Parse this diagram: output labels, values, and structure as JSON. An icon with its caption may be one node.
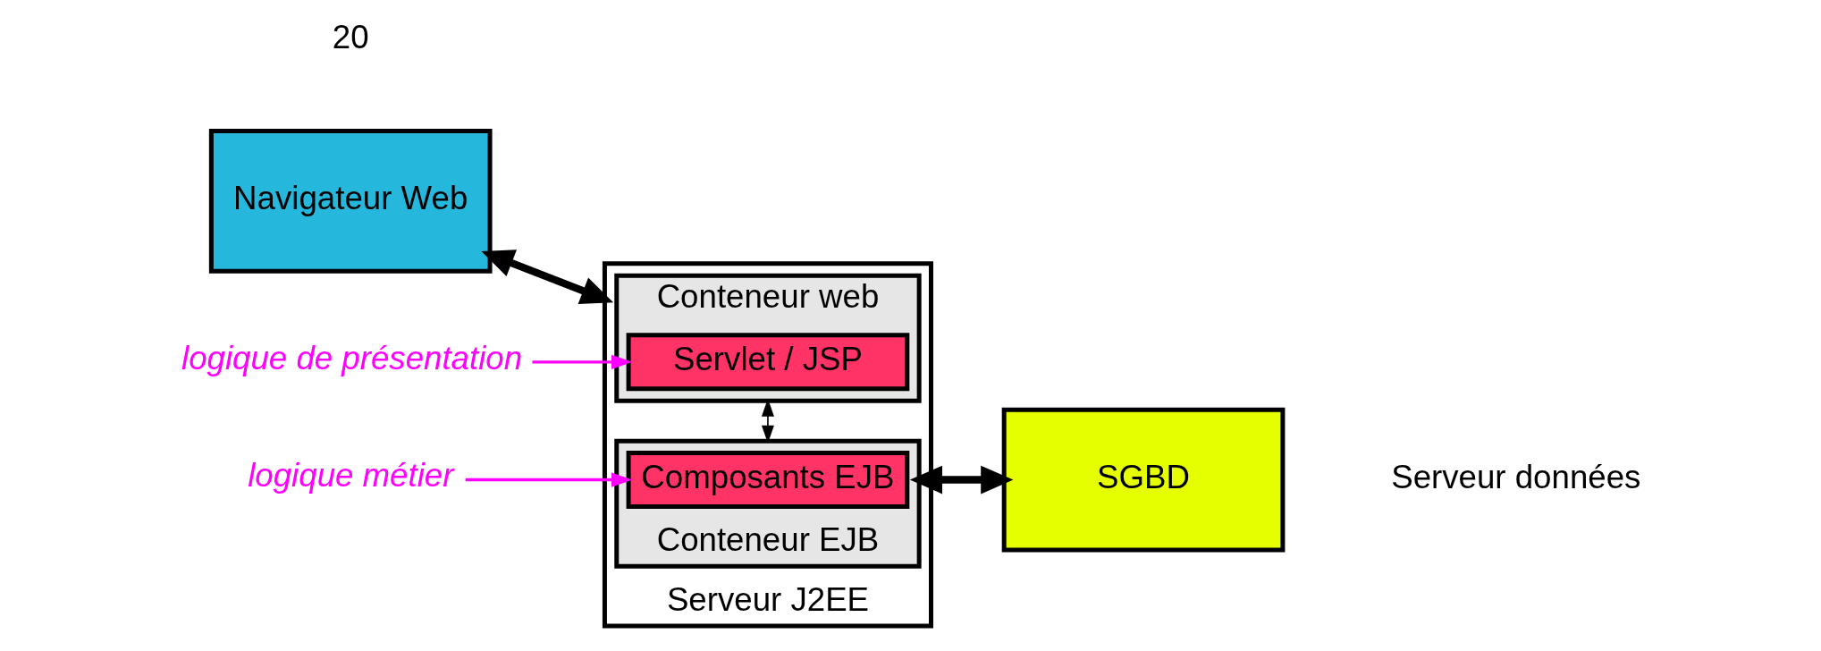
{
  "diagram": {
    "nodes": [
      {
        "text": [
          "Navigateur Web"
        ]
      },
      {
        "text": [
          "Serveur J2EE"
        ]
      },
      {
        "text": [
          "Conteneur web"
        ],
        "in": 1
      },
      {
        "text": [
          "Servlet / JSP"
        ],
        "in": 2
      },
      {
        "text": [
          "Conteneur EJB"
        ],
        "in": 1
      },
      {
        "text": [
          "Composants EJB"
        ],
        "in": 4
      },
      {
        "text": [
          "SGBD"
        ],
        "beside": [
          "Serveur données"
        ]
      },
      {
        "text": [
          "logique de présentation"
        ]
      },
      {
        "text": [
          "logique métier"
        ]
      }
    ],
    "edges": [
      {
        "from": 0,
        "to": 1,
        "arrow": "both",
        "style": "thick"
      },
      {
        "from": 2,
        "to": 4,
        "arrow": "both"
      },
      {
        "from": 4,
        "to": 6,
        "arrow": "both",
        "style": "thick"
      },
      {
        "from": 7,
        "to": 3,
        "arrow": "to",
        "color": "#ff00ff"
      },
      {
        "from": 8,
        "to": 5,
        "arrow": "to",
        "color": "#ff00ff"
      }
    ],
    "labels": [
      "20"
    ]
  }
}
